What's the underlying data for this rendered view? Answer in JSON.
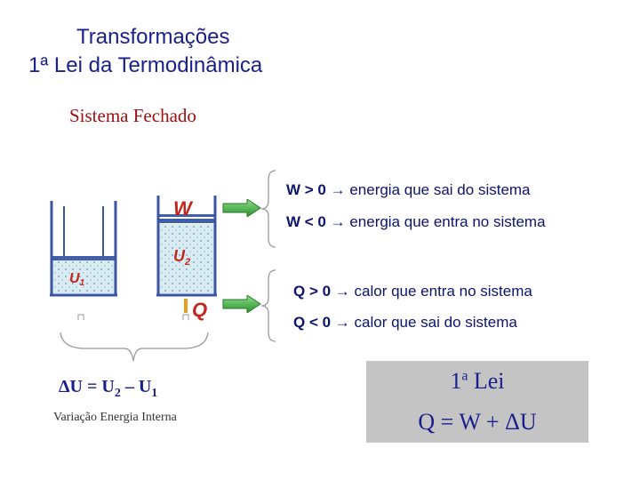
{
  "title": {
    "line1": "Transformações",
    "line2": "1ª Lei da Termodinâmica"
  },
  "subtitle": "Sistema Fechado",
  "work": {
    "positive_sign": "W > 0",
    "positive_text": "→ energia que sai do sistema",
    "negative_sign": "W < 0",
    "negative_text": " → energia que entra no sistema"
  },
  "heat": {
    "positive_sign": "Q > 0",
    "positive_text": "→ calor que entra no sistema",
    "negative_sign": "Q < 0",
    "negative_text": "→ calor que sai do sistema"
  },
  "piston_labels": {
    "u1": "U",
    "u1_sub": "1",
    "u2": "U",
    "u2_sub": "2",
    "w": "W",
    "q": "Q"
  },
  "delta_u": {
    "prefix": "ΔU = U",
    "sub2": "2",
    "mid": " – U",
    "sub1": "1"
  },
  "delta_u_caption": "Variação Energia Interna",
  "first_law": {
    "line1_num": "1",
    "line1_sup": "a",
    "line1_word": " Lei",
    "equation": "Q = W + ΔU"
  },
  "colors": {
    "title": "#1a1f8f",
    "subtitle": "#a01010",
    "arrow_green": "#2e9e2e",
    "label_red": "#c4261c",
    "box_gray": "#c4c4c4",
    "bracket": "#9a9a9a"
  }
}
